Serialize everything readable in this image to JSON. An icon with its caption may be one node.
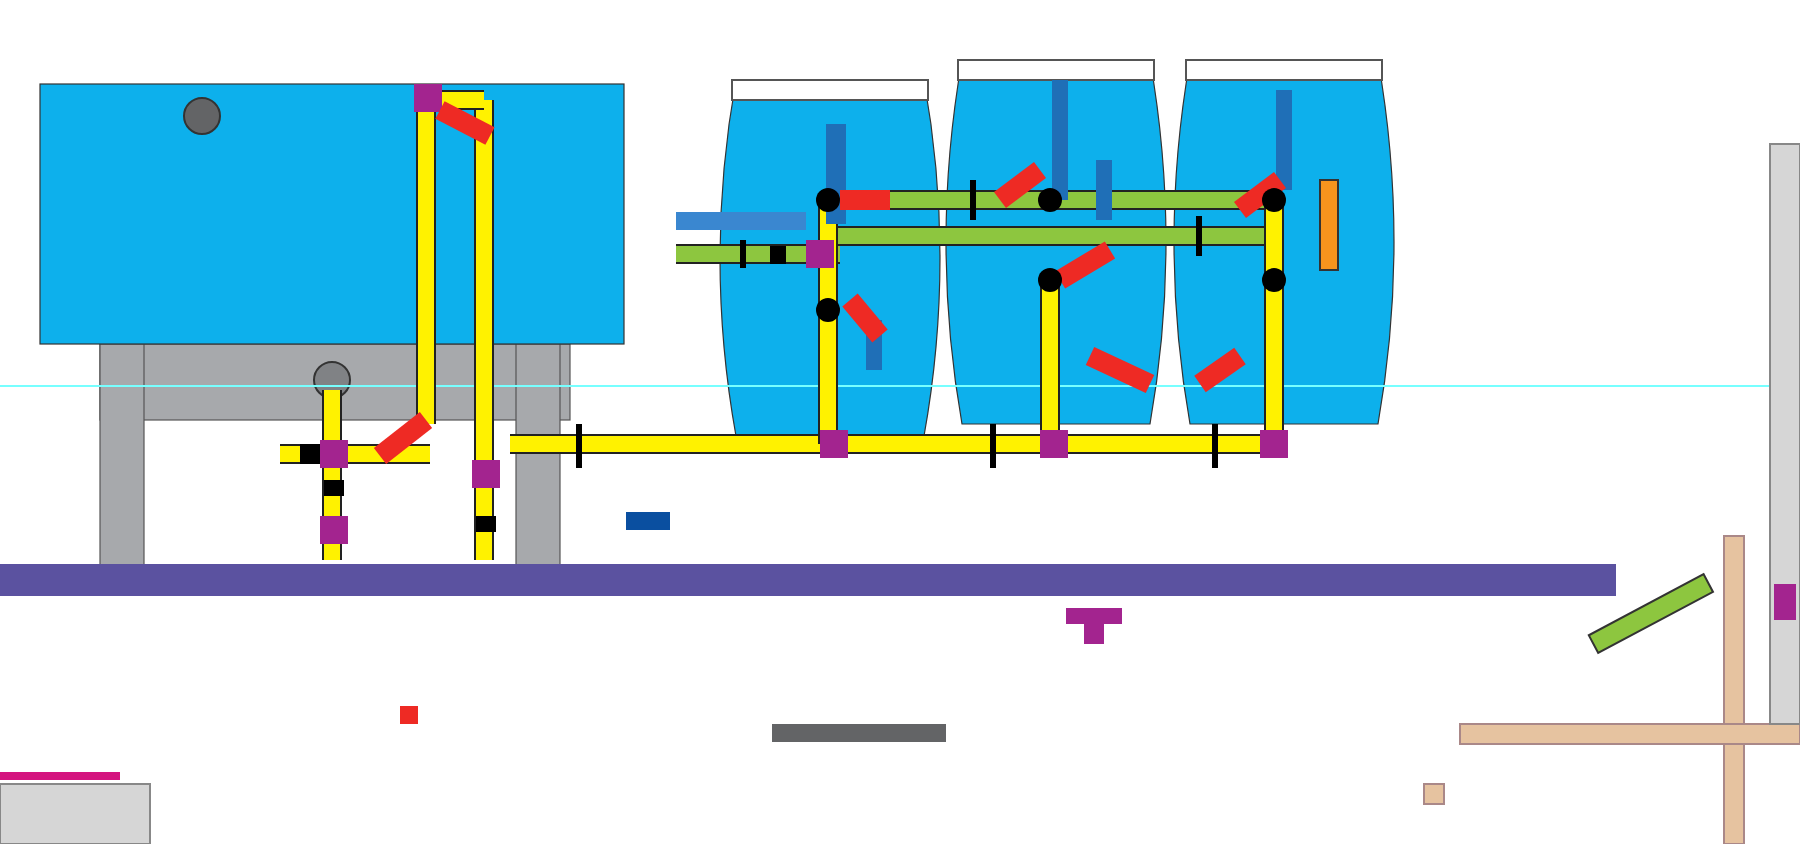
{
  "diagram": {
    "nodes": [
      {
        "text": [],
        "shape": "box"
      },
      {
        "text": [],
        "shape": "cylinder"
      },
      {
        "text": [],
        "shape": "cylinder"
      },
      {
        "text": [],
        "shape": "cylinder"
      }
    ]
  }
}
